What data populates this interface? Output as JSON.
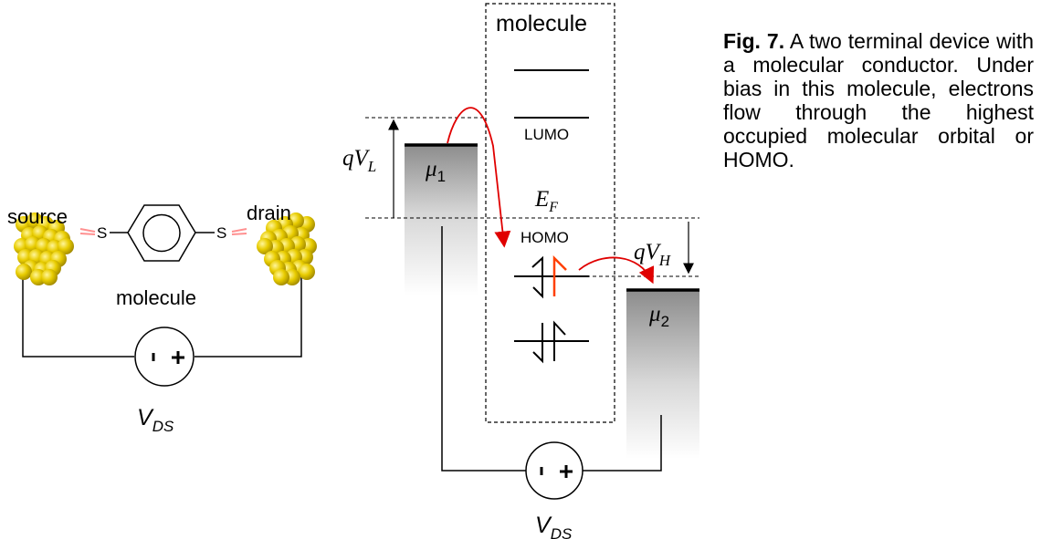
{
  "left_circuit": {
    "source_label": "source",
    "drain_label": "drain",
    "sulfur_left": "S",
    "sulfur_right": "S",
    "molecule_label": "molecule",
    "voltage_label": "V",
    "voltage_subscript": "DS"
  },
  "energy_diagram": {
    "molecule_box_label": "molecule",
    "lumo_label": "LUMO",
    "homo_label": "HOMO",
    "fermi_label": "E",
    "fermi_subscript": "F",
    "qvl_label": "qV",
    "qvl_subscript": "L",
    "qvh_label": "qV",
    "qvh_subscript": "H",
    "mu1_label": "μ",
    "mu1_subscript": "1",
    "mu2_label": "μ",
    "mu2_subscript": "2",
    "voltage_label": "V",
    "voltage_subscript": "DS"
  },
  "caption": {
    "prefix": "Fig. 7.",
    "text": "A two terminal device with a molecular conductor. Under bias in this molecule, electrons flow through the highest occupied molecular orbital or HOMO."
  },
  "colors": {
    "gold": "#e6c800",
    "arrow_red": "#e00000",
    "electron_orange": "#ff4000",
    "bond_pink": "#ff9090"
  }
}
